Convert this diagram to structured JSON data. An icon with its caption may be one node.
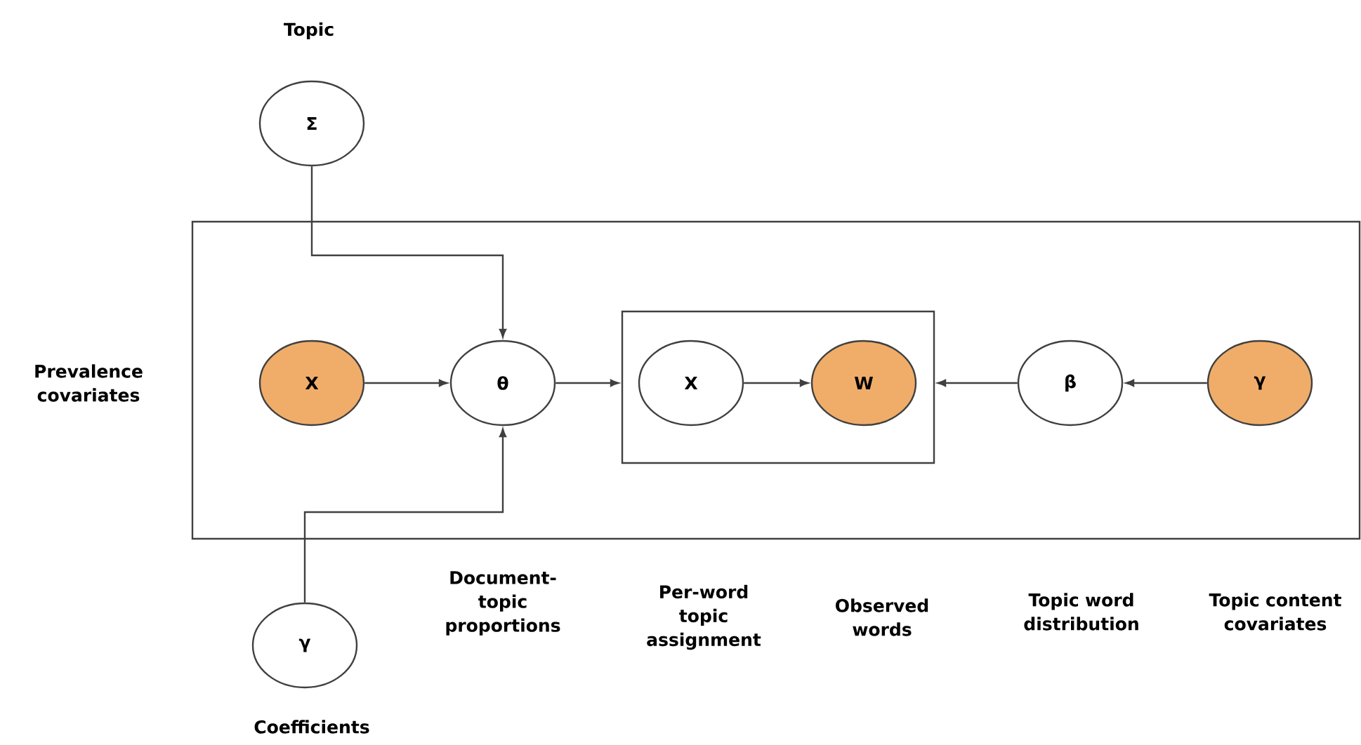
{
  "diagram": {
    "nodes": [
      {
        "text": [],
        "shape": "box"
      },
      {
        "text": [
          "Σ"
        ],
        "beside": [
          "Topic"
        ]
      },
      {
        "text": [
          "X"
        ],
        "in": 0
      },
      {
        "text": [
          "θ"
        ],
        "in": 0
      },
      {
        "text": [],
        "shape": "box",
        "in": 0
      },
      {
        "text": [
          "X"
        ],
        "in": 4
      },
      {
        "text": [
          "W"
        ],
        "in": 4
      },
      {
        "text": [
          "β"
        ],
        "in": 0
      },
      {
        "text": [
          "γ"
        ],
        "in": 0
      },
      {
        "text": [
          "γ"
        ],
        "beside": [
          "Coefficients"
        ]
      }
    ],
    "edges": [
      {
        "from": 1,
        "to": 3,
        "arrow": "to"
      },
      {
        "from": 2,
        "to": 3,
        "arrow": "to"
      },
      {
        "from": 3,
        "to": 4,
        "arrow": "to"
      },
      {
        "from": 5,
        "to": 6,
        "arrow": "to"
      },
      {
        "from": 7,
        "to": 4,
        "arrow": "to"
      },
      {
        "from": 8,
        "to": 7,
        "arrow": "to"
      },
      {
        "from": 9,
        "to": 3,
        "arrow": "to"
      }
    ],
    "labels": [
      "Prevalence covariates",
      "Document-topic proportions",
      "Per-word topic assignment",
      "Observed words",
      "Topic word distribution",
      "Topic content covariates"
    ]
  }
}
